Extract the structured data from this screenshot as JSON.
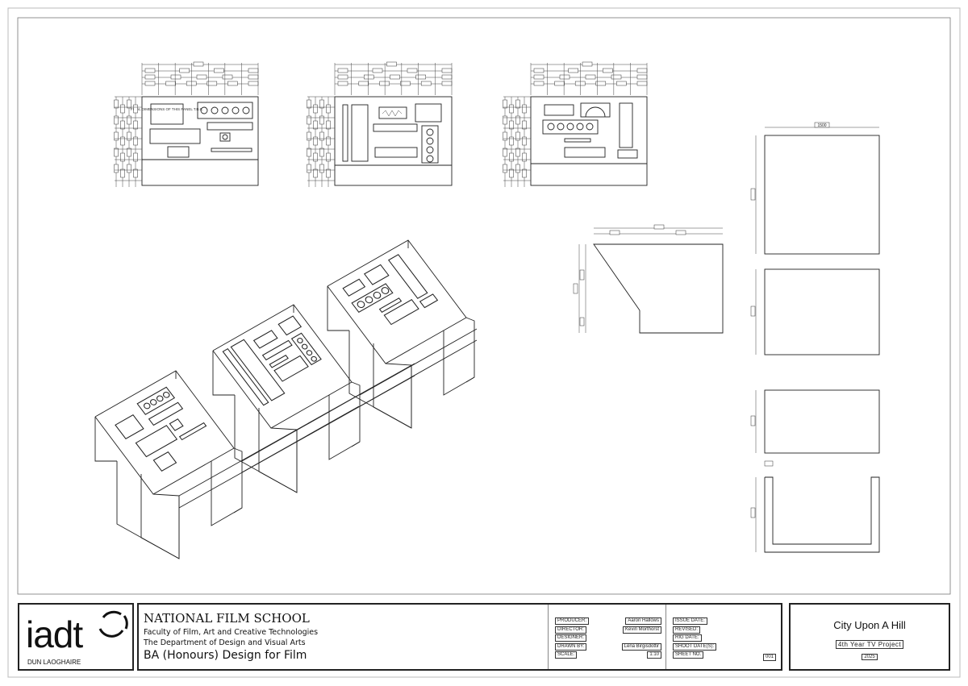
{
  "logo": {
    "text": "iadt",
    "subtitle": "DUN LAOGHAIRE"
  },
  "school": {
    "name": "NATIONAL FILM SCHOOL",
    "faculty": "Faculty of Film, Art and Creative Technologies",
    "department": "The Department of Design and Visual Arts",
    "course": "BA (Honours) Design for Film"
  },
  "credits": [
    {
      "label": "PRODUCER:",
      "value": "Aaron Hallows"
    },
    {
      "label": "DIRECTOR:",
      "value": "Kevin Morthorst"
    },
    {
      "label": "DESIGNER:",
      "value": ""
    },
    {
      "label": "DRAWN BY:",
      "value": "Lena Birgisdottir"
    },
    {
      "label": "SCALE:",
      "value": "1:10"
    }
  ],
  "dates": [
    {
      "label": "ISSUE DATE:",
      "value": ""
    },
    {
      "label": "REVISED:",
      "value": ""
    },
    {
      "label": "RIG DATE:",
      "value": ""
    },
    {
      "label": "SHOOT DATE(S):",
      "value": ""
    },
    {
      "label": "SHEET NO.",
      "value": "001"
    }
  ],
  "project": {
    "title": "City Upon A Hill",
    "subtitle": "4th Year TV Project",
    "year": "2025"
  },
  "drawing": {
    "panel_note": "FINAL DIMENSIONS OF THIS PANEL T.B.C.",
    "top_width_dim": "1500"
  }
}
